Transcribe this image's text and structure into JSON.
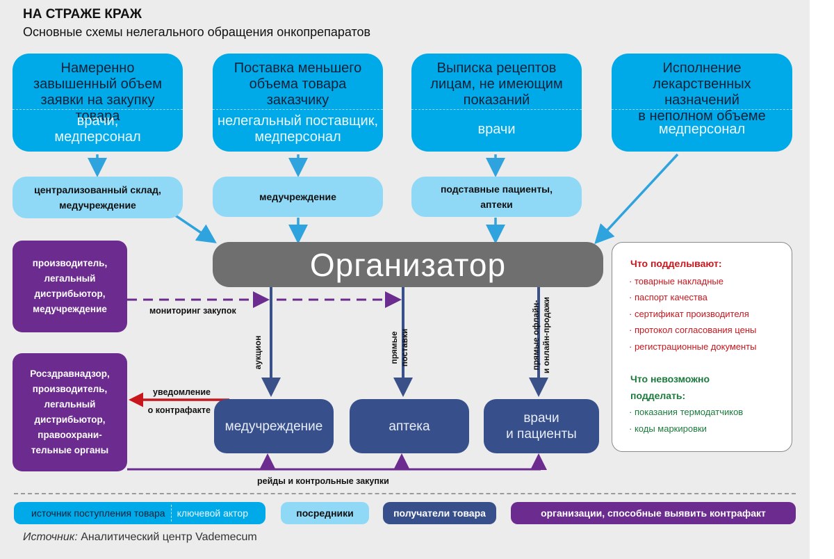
{
  "title": "НА СТРАЖЕ КРАЖ",
  "subtitle": "Основные схемы нелегального обращения онкопрепаратов",
  "sources": [
    {
      "top": [
        "Намеренно",
        "завышенный объем",
        "заявки на закупку товара"
      ],
      "actor": [
        "врачи,",
        "медперсонал"
      ]
    },
    {
      "top": [
        "Поставка меньшего",
        "объема товара",
        "заказчику"
      ],
      "actor": [
        "нелегальный поставщик,",
        "медперсонал"
      ]
    },
    {
      "top": [
        "Выписка рецептов",
        "лицам, не имеющим",
        "показаний"
      ],
      "actor": [
        "врачи"
      ]
    },
    {
      "top": [
        "Исполнение",
        "лекарственных назначений",
        "в неполном объеме"
      ],
      "actor": [
        "медперсонал"
      ]
    }
  ],
  "intermediaries": [
    [
      "централизованный склад,",
      "медучреждение"
    ],
    [
      "медучреждение"
    ],
    [
      "подставные пациенты,",
      "аптеки"
    ]
  ],
  "organizer": "Организатор",
  "monitors": [
    "производитель,",
    "легальный",
    "дистрибьютор,",
    "медучреждение"
  ],
  "regulators": [
    "Росздравнадзор,",
    "производитель,",
    "легальный",
    "дистрибьютор,",
    "правоохрани-",
    "тельные органы"
  ],
  "recipients": [
    [
      "медучреждение"
    ],
    [
      "аптека"
    ],
    [
      "врачи",
      "и пациенты"
    ]
  ],
  "labels": {
    "monitoring": "мониторинг закупок",
    "auction": "аукцион",
    "direct": [
      "прямые",
      "поставки"
    ],
    "sales": [
      "прямые офлайн-",
      "и онлайн-продажи"
    ],
    "notify": [
      "уведомление",
      "о контрафакте"
    ],
    "raids": "рейды и контрольные закупки"
  },
  "forged": {
    "heading": "Что подделывают:",
    "items": [
      "товарные накладные",
      "паспорт качества",
      "сертификат производителя",
      "протокол согласования цены",
      "регистрационные документы"
    ],
    "heading2": "Что невозможно подделать:",
    "items2": [
      "показания термодатчиков",
      "коды маркировки"
    ]
  },
  "legend": {
    "source": "источник поступления товара",
    "actor": "ключевой актор",
    "intermediaries": "посредники",
    "recipients": "получатели товара",
    "detectors": "организации, способные выявить контрафакт"
  },
  "source_note": {
    "label": "Источник:",
    "text": " Аналитический центр Vademecum"
  },
  "colors": {
    "source": "#00a9e8",
    "intermediary": "#8fd9f7",
    "organizer": "#6f6f6f",
    "recipient": "#374f8a",
    "purple": "#6c2b8e",
    "arrow_blue": "#2ea3dd",
    "arrow_navy": "#3a5088",
    "arrow_red": "#c8161d",
    "arrow_purple": "#6c2b8e"
  }
}
